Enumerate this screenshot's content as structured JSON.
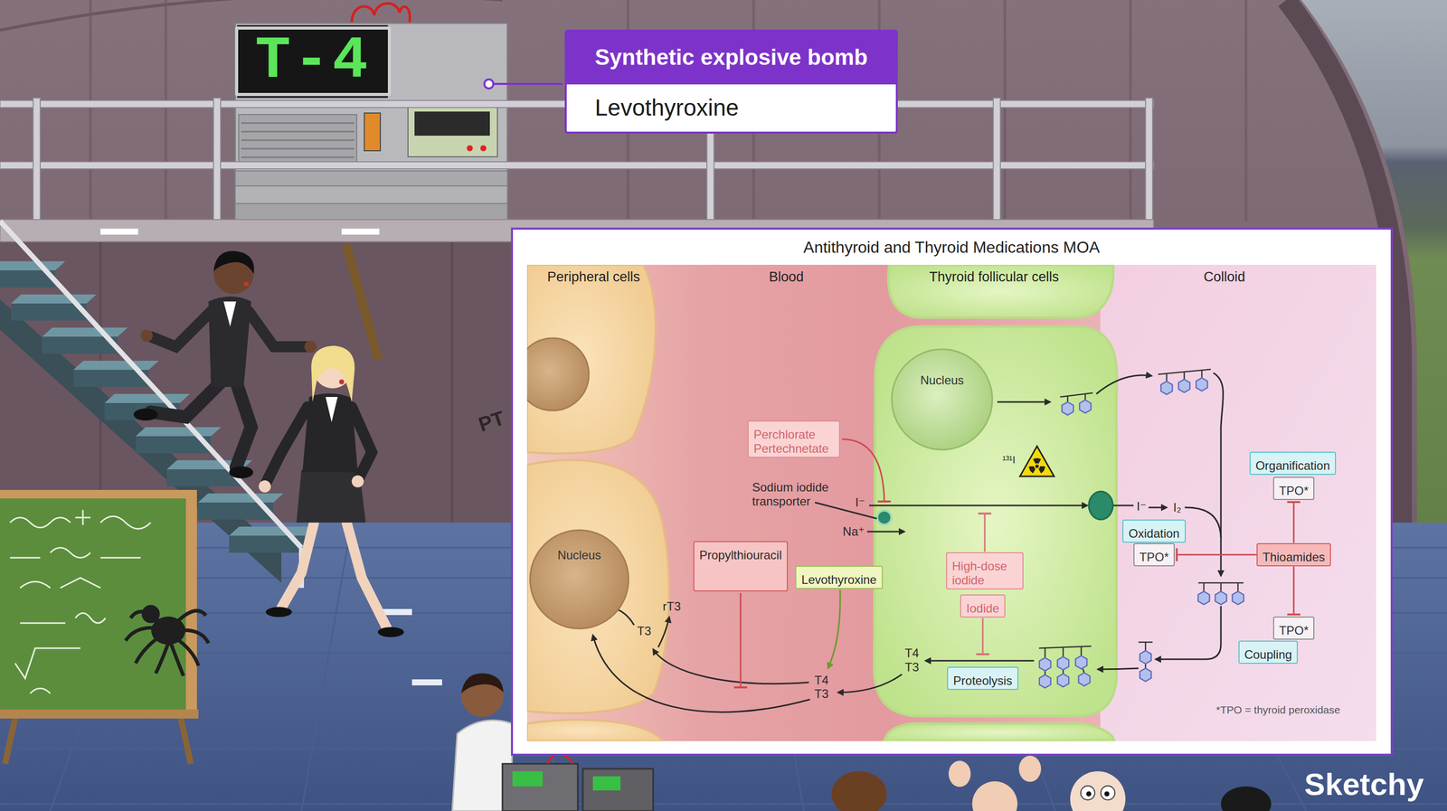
{
  "diagram": {
    "title": "Antithyroid and Thyroid Medications MOA",
    "nodes": [
      {
        "text": [
          "T-4"
        ]
      },
      {
        "text": [
          "Synthetic explosive bomb",
          "Levothyroxine"
        ]
      },
      {
        "text": [
          "Peripheral cells"
        ]
      },
      {
        "text": [
          "Nucleus"
        ],
        "in": 2
      },
      {
        "text": [
          "Blood"
        ]
      },
      {
        "text": [
          "Perchlorate Pertechnetate"
        ],
        "in": 4
      },
      {
        "text": [
          "Propylthiouracil"
        ],
        "in": 4
      },
      {
        "text": [
          "Levothyroxine"
        ],
        "in": 4
      },
      {
        "text": [
          "Thyroid follicular cells"
        ]
      },
      {
        "text": [
          "Nucleus"
        ],
        "in": 8
      },
      {
        "text": [
          "High-dose iodide"
        ],
        "in": 8
      },
      {
        "text": [
          "Iodide"
        ],
        "in": 8
      },
      {
        "text": [
          "Proteolysis"
        ],
        "in": 8
      },
      {
        "text": [
          "Colloid"
        ]
      },
      {
        "text": [
          "Organification"
        ],
        "in": 13
      },
      {
        "text": [
          "TPO*"
        ],
        "in": 13
      },
      {
        "text": [
          "Oxidation"
        ],
        "in": 13
      },
      {
        "text": [
          "TPO*"
        ],
        "in": 13
      },
      {
        "text": [
          "Thioamides"
        ],
        "in": 13
      },
      {
        "text": [
          "TPO*"
        ],
        "in": 13
      },
      {
        "text": [
          "Coupling"
        ],
        "in": 13
      }
    ],
    "edges": [
      {
        "from": 18,
        "to": 17,
        "arrow": "to"
      },
      {
        "from": 18,
        "to": 15,
        "arrow": "to"
      },
      {
        "from": 18,
        "to": 19,
        "arrow": "to"
      }
    ],
    "labels": [
      "PT",
      "Sodium iodide transporter",
      "I⁻",
      "Na⁺",
      "¹³¹I",
      "I⁻",
      "I₂",
      "T4",
      "T3",
      "T4",
      "T3",
      "rT3",
      "T3",
      "*TPO = thyroid peroxidase",
      "Sketchy"
    ]
  }
}
